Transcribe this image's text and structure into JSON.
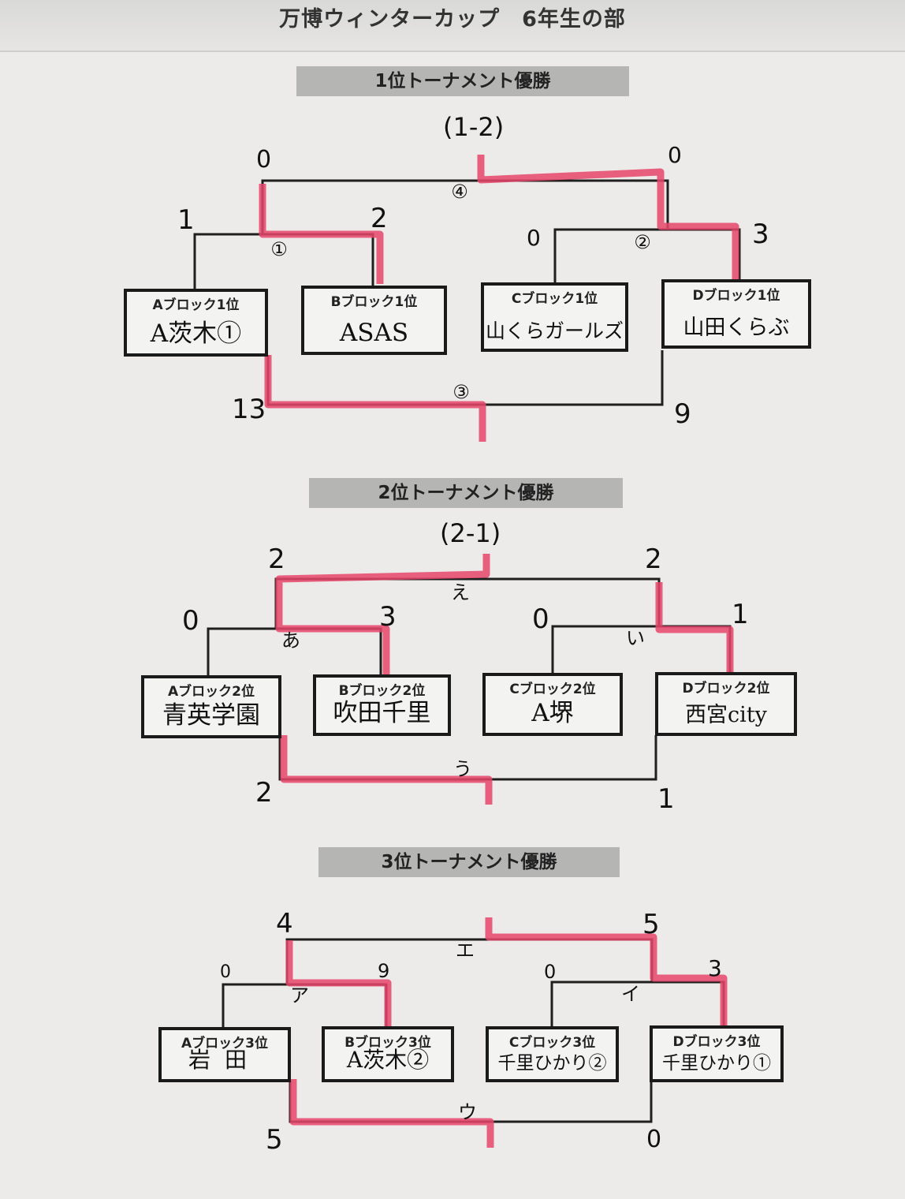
{
  "header": {
    "title": "万博ウィンターカップ　6年生の部"
  },
  "tournaments": [
    {
      "title": "1位トーナメント優勝",
      "final_result": "(1-2)",
      "teams": [
        {
          "block": "Aブロック1位",
          "name": "A茨木①"
        },
        {
          "block": "Bブロック1位",
          "name": "ASAS"
        },
        {
          "block": "Cブロック1位",
          "name": "山くらガールズ"
        },
        {
          "block": "Dブロック1位",
          "name": "山田くらぶ"
        }
      ],
      "matches": [
        {
          "label": "①",
          "left_score": "1",
          "right_score": "2"
        },
        {
          "label": "②",
          "left_score": "0",
          "right_score": "3"
        },
        {
          "label": "③",
          "left_score": "13",
          "right_score": "9"
        },
        {
          "label": "④",
          "left_score": "0",
          "right_score": "0"
        }
      ]
    },
    {
      "title": "2位トーナメント優勝",
      "final_result": "(2-1)",
      "teams": [
        {
          "block": "Aブロック2位",
          "name": "青英学園"
        },
        {
          "block": "Bブロック2位",
          "name": "吹田千里"
        },
        {
          "block": "Cブロック2位",
          "name": "A堺"
        },
        {
          "block": "Dブロック2位",
          "name": "西宮city"
        }
      ],
      "matches": [
        {
          "label": "あ",
          "left_score": "0",
          "right_score": "3"
        },
        {
          "label": "い",
          "left_score": "0",
          "right_score": "1"
        },
        {
          "label": "う",
          "left_score": "2",
          "right_score": "1"
        },
        {
          "label": "え",
          "left_score": "2",
          "right_score": "2"
        }
      ]
    },
    {
      "title": "3位トーナメント優勝",
      "final_result": "",
      "teams": [
        {
          "block": "Aブロック3位",
          "name": "岩田"
        },
        {
          "block": "Bブロック3位",
          "name": "A茨木②"
        },
        {
          "block": "Cブロック3位",
          "name": "千里ひかり②"
        },
        {
          "block": "Dブロック3位",
          "name": "千里ひかり①"
        }
      ],
      "matches": [
        {
          "label": "ア",
          "left_score": "0",
          "right_score": "9"
        },
        {
          "label": "イ",
          "left_score": "0",
          "right_score": "3"
        },
        {
          "label": "ウ",
          "left_score": "5",
          "right_score": "0"
        },
        {
          "label": "エ",
          "left_score": "4",
          "right_score": "5"
        }
      ]
    }
  ],
  "colors": {
    "winner_line": "#e8456a",
    "bracket_line": "#1f1f1f",
    "section_bar": "#b5b5b4"
  }
}
